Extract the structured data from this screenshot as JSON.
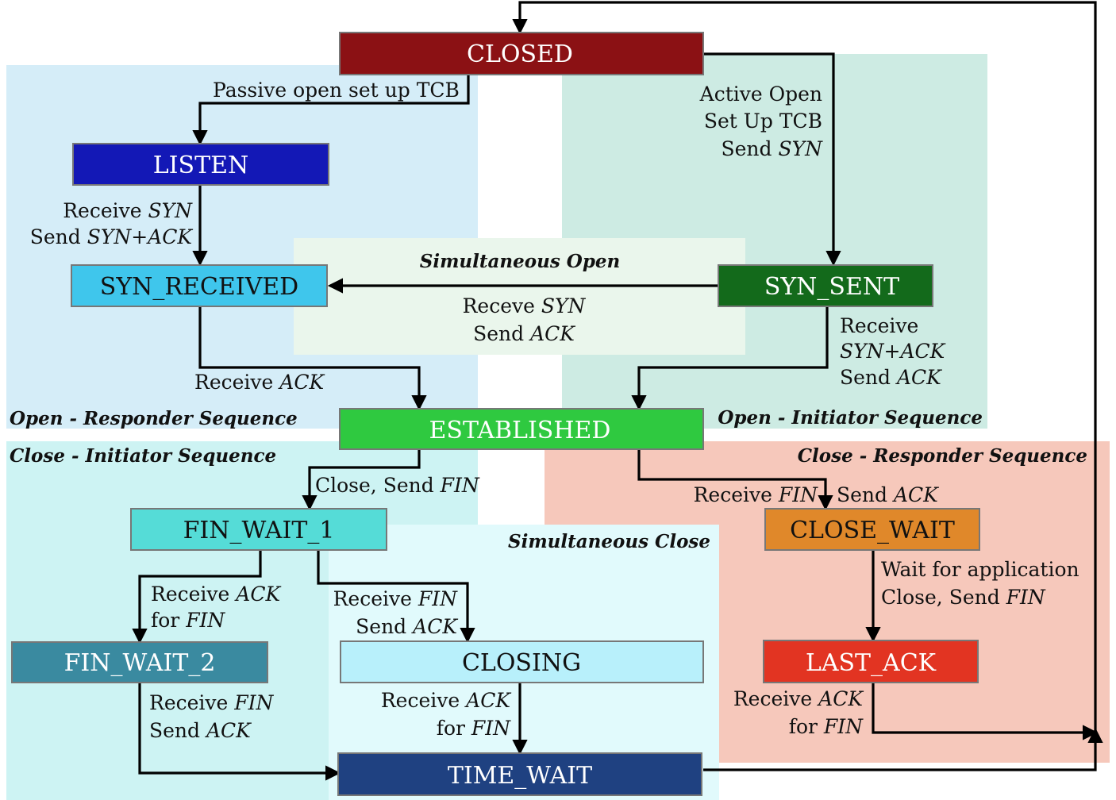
{
  "states": {
    "closed": "CLOSED",
    "listen": "LISTEN",
    "syn_received": "SYN_RECEIVED",
    "syn_sent": "SYN_SENT",
    "established": "ESTABLISHED",
    "fin_wait_1": "FIN_WAIT_1",
    "fin_wait_2": "FIN_WAIT_2",
    "closing": "CLOSING",
    "time_wait": "TIME_WAIT",
    "close_wait": "CLOSE_WAIT",
    "last_ack": "LAST_ACK"
  },
  "regions": {
    "open_responder": "Open - Responder  Sequence",
    "open_initiator": "Open - Initiator Sequence",
    "close_initiator": "Close - Initiator Sequence",
    "close_responder": "Close - Responder  Sequence",
    "simultaneous_open": "Simultaneous Open",
    "simultaneous_close": "Simultaneous Close"
  },
  "labels": {
    "passive_open": "Passive open set up TCB",
    "active_open": {
      "l1": "Active Open",
      "l2": "Set Up TCB",
      "l3a": "Send ",
      "l3b": "SYN"
    },
    "listen_recv_syn": {
      "l1a": "Receive ",
      "l1b": "SYN",
      "l2a": "Send ",
      "l2b": "SYN+ACK"
    },
    "simopen_recv": {
      "l1a": "Receve ",
      "l1b": "SYN",
      "l2a": "Send ",
      "l2b": "ACK"
    },
    "synrcvd_recv_ack": {
      "a": "Receive ",
      "b": "ACK"
    },
    "synsent_recv": {
      "l1": "Receive",
      "l2": "SYN+ACK",
      "l3a": "Send ",
      "l3b": "ACK"
    },
    "est_close": {
      "a": "Close, Send ",
      "b": "FIN"
    },
    "est_recv_fin": {
      "a": "Receive ",
      "b": "FIN",
      "c": "Send ",
      "d": "ACK"
    },
    "fw1_recv_ack": {
      "l1a": "Receive ",
      "l1b": "ACK",
      "l2a": "for ",
      "l2b": "FIN"
    },
    "fw1_recv_fin": {
      "l1a": "Receive ",
      "l1b": "FIN",
      "l2a": "Send ",
      "l2b": "ACK"
    },
    "cw_wait": {
      "l1": "Wait for application",
      "l2a": "Close, Send ",
      "l2b": "FIN"
    },
    "fw2_recv_fin": {
      "l1a": "Receive ",
      "l1b": "FIN",
      "l2a": "Send ",
      "l2b": "ACK"
    },
    "closing_recv_ack": {
      "l1a": "Receive ",
      "l1b": "ACK",
      "l2a": "for ",
      "l2b": "FIN"
    },
    "lastack_recv_ack": {
      "l1a": "Receive ",
      "l1b": "ACK",
      "l2a": "for ",
      "l2b": "FIN"
    }
  },
  "colors": {
    "closed": "#8b1114",
    "listen": "#1318b6",
    "syn_received": "#3fc6ec",
    "syn_sent": "#136a1b",
    "established": "#2fc940",
    "fin_wait_1": "#55dcd7",
    "fin_wait_2": "#3a8aa0",
    "closing": "#b8f0fb",
    "time_wait": "#1f4181",
    "close_wait": "#e0882a",
    "last_ack": "#e23422",
    "region_open_responder": "#d5edf8",
    "region_open_initiator": "#cdebe3",
    "region_simultaneous_open": "#eaf6ec",
    "region_close_initiator": "#cdf3f3",
    "region_simultaneous_close": "#e1fafc",
    "region_close_responder": "#f6c8bb"
  }
}
